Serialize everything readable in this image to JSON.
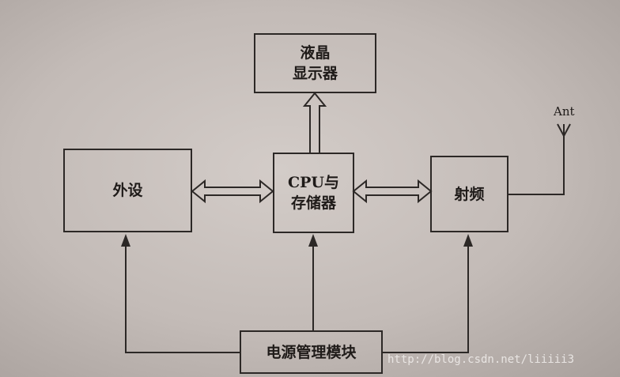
{
  "blocks": {
    "lcd": "液晶\n显示器",
    "peripheral": "外设",
    "cpu": "CPU与\n存储器",
    "rf": "射频",
    "power": "电源管理模块"
  },
  "antenna_label": "Ant",
  "watermark": "http://blog.csdn.net/liiiii3"
}
